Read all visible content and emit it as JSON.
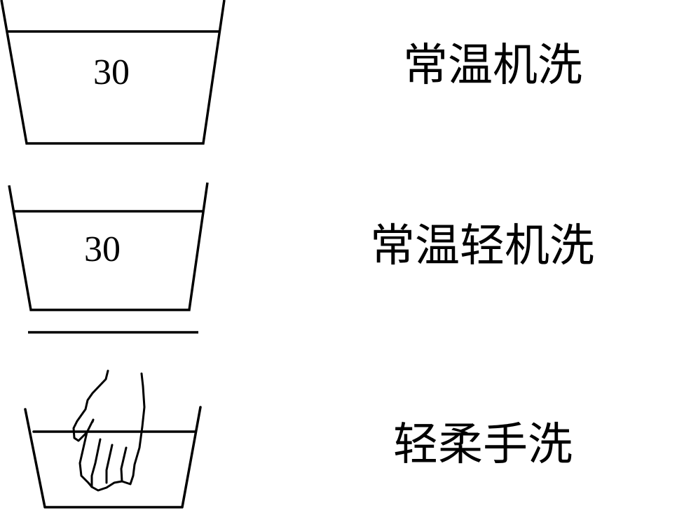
{
  "symbols": [
    {
      "id": "normal-machine-wash",
      "temperature": "30",
      "label": "常温机洗"
    },
    {
      "id": "normal-gentle-machine-wash",
      "temperature": "30",
      "label": "常温轻机洗"
    },
    {
      "id": "gentle-hand-wash",
      "label": "轻柔手洗"
    }
  ],
  "colors": {
    "stroke": "#000000",
    "background": "#ffffff"
  }
}
